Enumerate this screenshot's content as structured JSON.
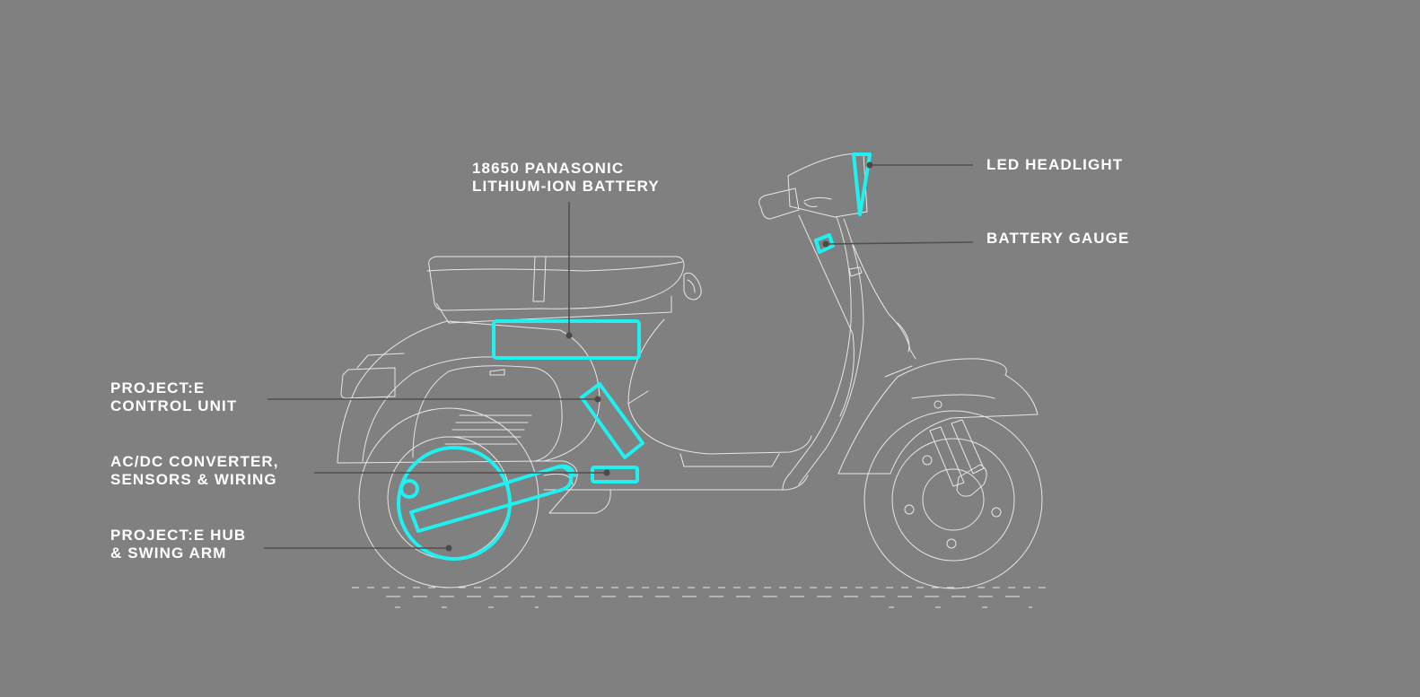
{
  "colors": {
    "background": "#808080",
    "outline": "#e6e6e6",
    "highlight": "#1ff0f0",
    "leader": "#4f4f4f",
    "text": "#ffffff"
  },
  "labels": {
    "battery": {
      "line1": "18650 PANASONIC",
      "line2": "LITHIUM-ION BATTERY"
    },
    "headlight": {
      "line1": "LED HEADLIGHT"
    },
    "gauge": {
      "line1": "BATTERY GAUGE"
    },
    "control": {
      "line1": "PROJECT:E",
      "line2": "CONTROL UNIT"
    },
    "converter": {
      "line1": "AC/DC CONVERTER,",
      "line2": "SENSORS & WIRING"
    },
    "hub": {
      "line1": "PROJECT:E HUB",
      "line2": "& SWING ARM"
    }
  }
}
